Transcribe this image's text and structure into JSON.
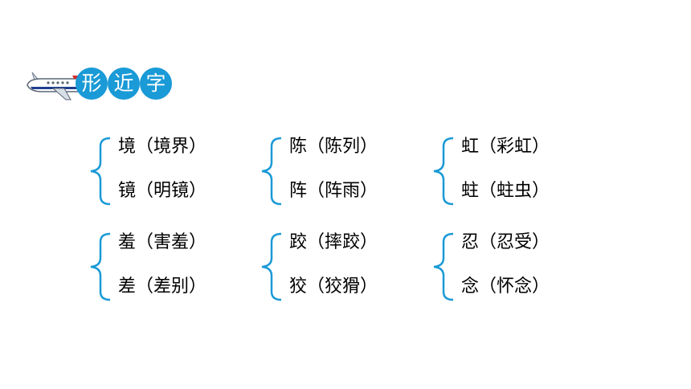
{
  "header": {
    "chars": [
      "形",
      "近",
      "字"
    ]
  },
  "groups": [
    {
      "lines": [
        "境（境界）",
        "镜（明镜）"
      ]
    },
    {
      "lines": [
        "陈（陈列）",
        "阵（阵雨）"
      ]
    },
    {
      "lines": [
        "虹（彩虹）",
        "蛀（蛀虫）"
      ]
    },
    {
      "lines": [
        "羞（害羞）",
        "差（差别）"
      ]
    },
    {
      "lines": [
        "跤（摔跤）",
        "狡（狡猾）"
      ]
    },
    {
      "lines": [
        "忍（忍受）",
        "念（怀念）"
      ]
    }
  ],
  "colors": {
    "accent": "#1a9ad6",
    "brace": "#1a9ad6",
    "plane_red": "#d62c2c",
    "plane_blue": "#1f3f8f"
  }
}
